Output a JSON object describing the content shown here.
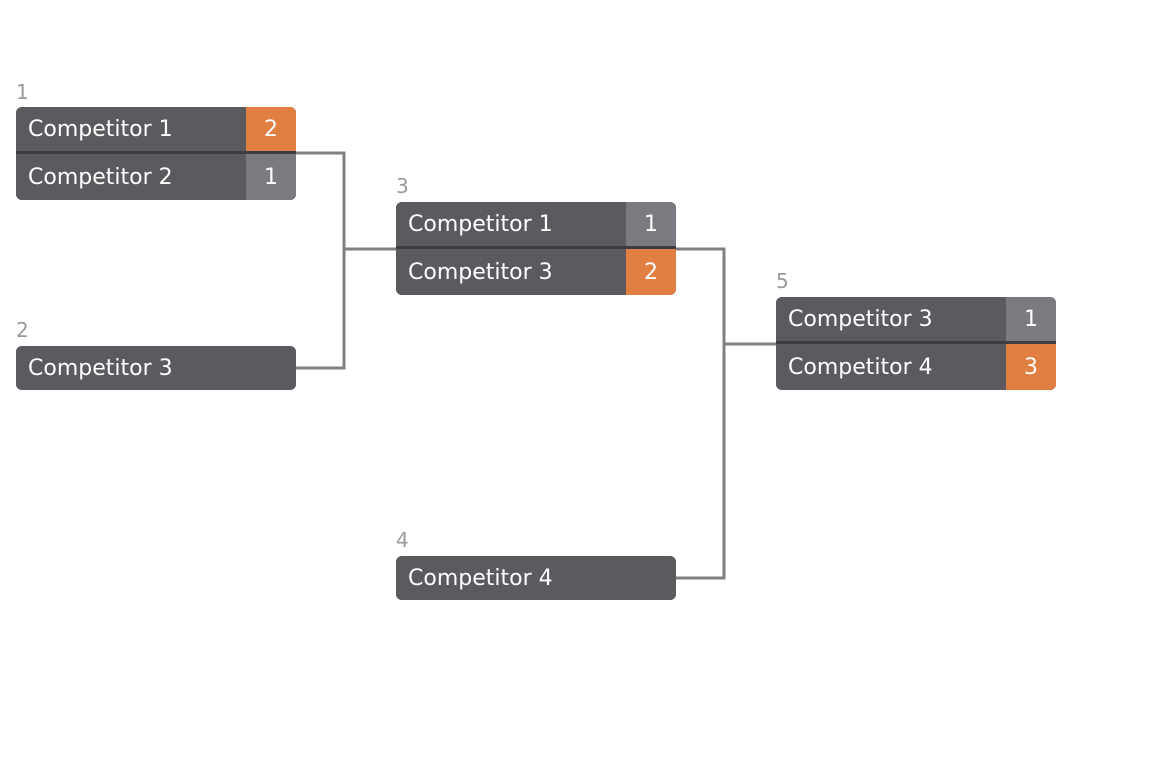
{
  "bracket": {
    "colors": {
      "card": "#5b5a5f",
      "score": "#7b7a80",
      "winner_score": "#e17f42",
      "connector": "#808080",
      "match_number": "#9a9a9d"
    },
    "matches": [
      {
        "number": "1",
        "participants": [
          {
            "name": "Competitor 1",
            "score": "2",
            "winner": true
          },
          {
            "name": "Competitor 2",
            "score": "1",
            "winner": false
          }
        ]
      },
      {
        "number": "2",
        "participants": [
          {
            "name": "Competitor 3",
            "score": "",
            "winner": false
          }
        ]
      },
      {
        "number": "3",
        "participants": [
          {
            "name": "Competitor 1",
            "score": "1",
            "winner": false
          },
          {
            "name": "Competitor 3",
            "score": "2",
            "winner": true
          }
        ]
      },
      {
        "number": "4",
        "participants": [
          {
            "name": "Competitor 4",
            "score": "",
            "winner": false
          }
        ]
      },
      {
        "number": "5",
        "participants": [
          {
            "name": "Competitor 3",
            "score": "1",
            "winner": false
          },
          {
            "name": "Competitor 4",
            "score": "3",
            "winner": true
          }
        ]
      }
    ]
  }
}
